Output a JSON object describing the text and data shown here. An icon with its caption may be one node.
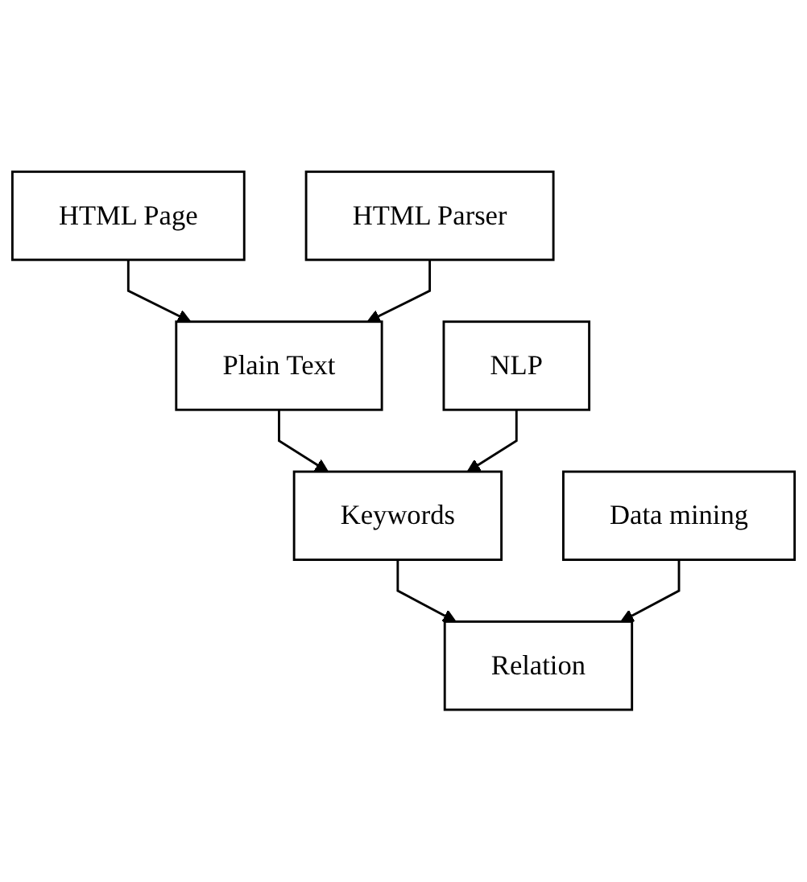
{
  "diagram": {
    "nodes": [
      {
        "text": [
          "HTML Page"
        ]
      },
      {
        "text": [
          "HTML Parser"
        ]
      },
      {
        "text": [
          "Plain Text"
        ]
      },
      {
        "text": [
          "NLP"
        ]
      },
      {
        "text": [
          "Keywords"
        ]
      },
      {
        "text": [
          "Data mining"
        ]
      },
      {
        "text": [
          "Relation"
        ]
      }
    ],
    "edges": [
      {
        "from": 0,
        "to": 2,
        "arrow": "to"
      },
      {
        "from": 1,
        "to": 2,
        "arrow": "to"
      },
      {
        "from": 2,
        "to": 4,
        "arrow": "to"
      },
      {
        "from": 3,
        "to": 4,
        "arrow": "to"
      },
      {
        "from": 4,
        "to": 6,
        "arrow": "to"
      },
      {
        "from": 5,
        "to": 6,
        "arrow": "to"
      }
    ]
  }
}
